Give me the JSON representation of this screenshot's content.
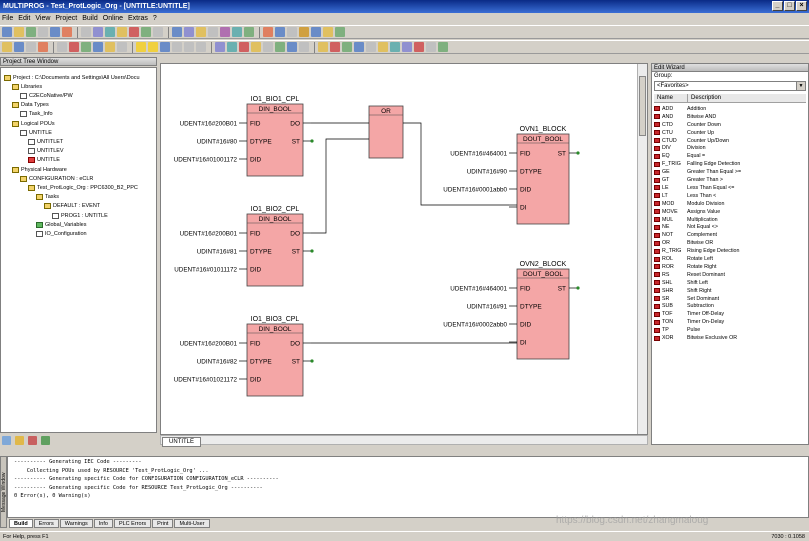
{
  "window": {
    "title": "MULTIPROG - Test_ProtLogic_Org - [UNTITLE:UNTITLE]",
    "minimize": "_",
    "maximize": "□",
    "close": "×"
  },
  "menu": [
    "File",
    "Edit",
    "View",
    "Project",
    "Build",
    "Online",
    "Extras",
    "?"
  ],
  "tree": {
    "header": "Project Tree Window",
    "items": [
      {
        "label": "Project : C:\\Documents and Settings\\All Users\\Docu",
        "level": 0,
        "icon": "folder"
      },
      {
        "label": "Libraries",
        "level": 1,
        "icon": "folder"
      },
      {
        "label": "C2ECoNative/PW",
        "level": 2,
        "icon": "doc"
      },
      {
        "label": "Data Types",
        "level": 1,
        "icon": "folder"
      },
      {
        "label": "Task_Info",
        "level": 2,
        "icon": "doc"
      },
      {
        "label": "Logical POUs",
        "level": 1,
        "icon": "folder"
      },
      {
        "label": "UNTITLE",
        "level": 2,
        "icon": "doc"
      },
      {
        "label": "UNTITLET",
        "level": 3,
        "icon": "doc"
      },
      {
        "label": "UNTITLEV",
        "level": 3,
        "icon": "doc"
      },
      {
        "label": "UNTITLE",
        "level": 3,
        "icon": "red"
      },
      {
        "label": "Physical Hardware",
        "level": 1,
        "icon": "folder"
      },
      {
        "label": "CONFIGURATION : eCLR",
        "level": 2,
        "icon": "folder"
      },
      {
        "label": "Test_ProtLogic_Org : PPC6300_B2_PPC",
        "level": 3,
        "icon": "folder"
      },
      {
        "label": "Tasks",
        "level": 4,
        "icon": "folder"
      },
      {
        "label": "DEFAULT : EVENT",
        "level": 5,
        "icon": "folder"
      },
      {
        "label": "PROG1 : UNTITLE",
        "level": 6,
        "icon": "doc"
      },
      {
        "label": "Global_Variables",
        "level": 4,
        "icon": "grn"
      },
      {
        "label": "IO_Configuration",
        "level": 4,
        "icon": "doc"
      }
    ]
  },
  "editor": {
    "tab": "UNTITLE",
    "blocks": [
      {
        "id": "blk1",
        "instance": "IO1_BIO1_CPL",
        "type": "DIN_BOOL",
        "inputs": [
          "FID",
          "DTYPE",
          "DID"
        ],
        "outputs": [
          "DO",
          "ST"
        ],
        "in_values": [
          "UDENT#16#200B01",
          "UDINT#16#80",
          "UDENT#16#01001172"
        ]
      },
      {
        "id": "blk2",
        "instance": "IO1_BIO2_CPL",
        "type": "DIN_BOOL",
        "inputs": [
          "FID",
          "DTYPE",
          "DID"
        ],
        "outputs": [
          "DO",
          "ST"
        ],
        "in_values": [
          "UDENT#16#200B01",
          "UDINT#16#81",
          "UDENT#16#01011172"
        ]
      },
      {
        "id": "blk3",
        "instance": "IO1_BIO3_CPL",
        "type": "DIN_BOOL",
        "inputs": [
          "FID",
          "DTYPE",
          "DID"
        ],
        "outputs": [
          "DO",
          "ST"
        ],
        "in_values": [
          "UDENT#16#200B01",
          "UDINT#16#82",
          "UDENT#16#01021172"
        ]
      },
      {
        "id": "blk_or",
        "instance": "",
        "type": "OR",
        "inputs": [],
        "outputs": [],
        "in_values": []
      },
      {
        "id": "blk4",
        "instance": "OVN1_BLOCK",
        "type": "DOUT_BOOL",
        "inputs": [
          "FID",
          "DTYPE",
          "DID",
          "DI"
        ],
        "outputs": [
          "ST"
        ],
        "in_values": [
          "UDENT#16#464001",
          "UDINT#16#90",
          "UDENT#16#0001abb0",
          ""
        ]
      },
      {
        "id": "blk5",
        "instance": "OVN2_BLOCK",
        "type": "DOUT_BOOL",
        "inputs": [
          "FID",
          "DTYPE",
          "DID",
          "DI"
        ],
        "outputs": [
          "ST"
        ],
        "in_values": [
          "UDENT#16#464001",
          "UDINT#16#91",
          "UDENT#16#0002abb0",
          ""
        ]
      }
    ]
  },
  "wizard": {
    "header": "Edit Wizard",
    "group_label": "Group:",
    "group_value": "<Favorites>",
    "col_name": "Name",
    "col_desc": "Description",
    "rows": [
      [
        "ADD",
        "Addition"
      ],
      [
        "AND",
        "Bitwise AND"
      ],
      [
        "CTD",
        "Counter Down"
      ],
      [
        "CTU",
        "Counter Up"
      ],
      [
        "CTUD",
        "Counter Up/Down"
      ],
      [
        "DIV",
        "Division"
      ],
      [
        "EQ",
        "Equal ="
      ],
      [
        "F_TRIG",
        "Falling Edge Detection"
      ],
      [
        "GE",
        "Greater Than Equal >="
      ],
      [
        "GT",
        "Greater Than >"
      ],
      [
        "LE",
        "Less Than Equal <="
      ],
      [
        "LT",
        "Less Than <"
      ],
      [
        "MOD",
        "Modulo Division"
      ],
      [
        "MOVE",
        "Assigns Value"
      ],
      [
        "MUL",
        "Multiplication"
      ],
      [
        "NE",
        "Not Equal <>"
      ],
      [
        "NOT",
        "Complement"
      ],
      [
        "OR",
        "Bitwise OR"
      ],
      [
        "R_TRIG",
        "Rising Edge Detection"
      ],
      [
        "ROL",
        "Rotate Left"
      ],
      [
        "ROR",
        "Rotate Right"
      ],
      [
        "RS",
        "Reset Dominant"
      ],
      [
        "SHL",
        "Shift Left"
      ],
      [
        "SHR",
        "Shift Right"
      ],
      [
        "SR",
        "Set Dominant"
      ],
      [
        "SUB",
        "Subtraction"
      ],
      [
        "TOF",
        "Timer Off-Delay"
      ],
      [
        "TON",
        "Timer On-Delay"
      ],
      [
        "TP",
        "Pulse"
      ],
      [
        "XOR",
        "Bitwise Exclusive OR"
      ]
    ]
  },
  "messages": {
    "side_label": "Message Window",
    "lines": [
      "---------- Generating IEC Code ---------",
      "    Collecting POUs used by RESOURCE 'Test_ProtLogic_Org' ...",
      "---------- Generating specific Code for CONFIGURATION CONFIGURATION_eCLR ----------",
      "---------- Generating specific Code for RESOURCE Test_ProtLogic_Org ----------",
      "0 Error(s), 0 Warning(s)"
    ],
    "tabs": [
      "Build",
      "Errors",
      "Warnings",
      "Info",
      "PLC Errors",
      "Print",
      "Multi-User"
    ]
  },
  "status": {
    "left": "For Help, press F1",
    "right": "7030 : 0.1058"
  },
  "watermark": "https://blog.csdn.net/zhangmaloug",
  "colors": {
    "block_fill": "#f4a6a6",
    "block_border": "#444444",
    "title_bar": "#0a2a86"
  }
}
